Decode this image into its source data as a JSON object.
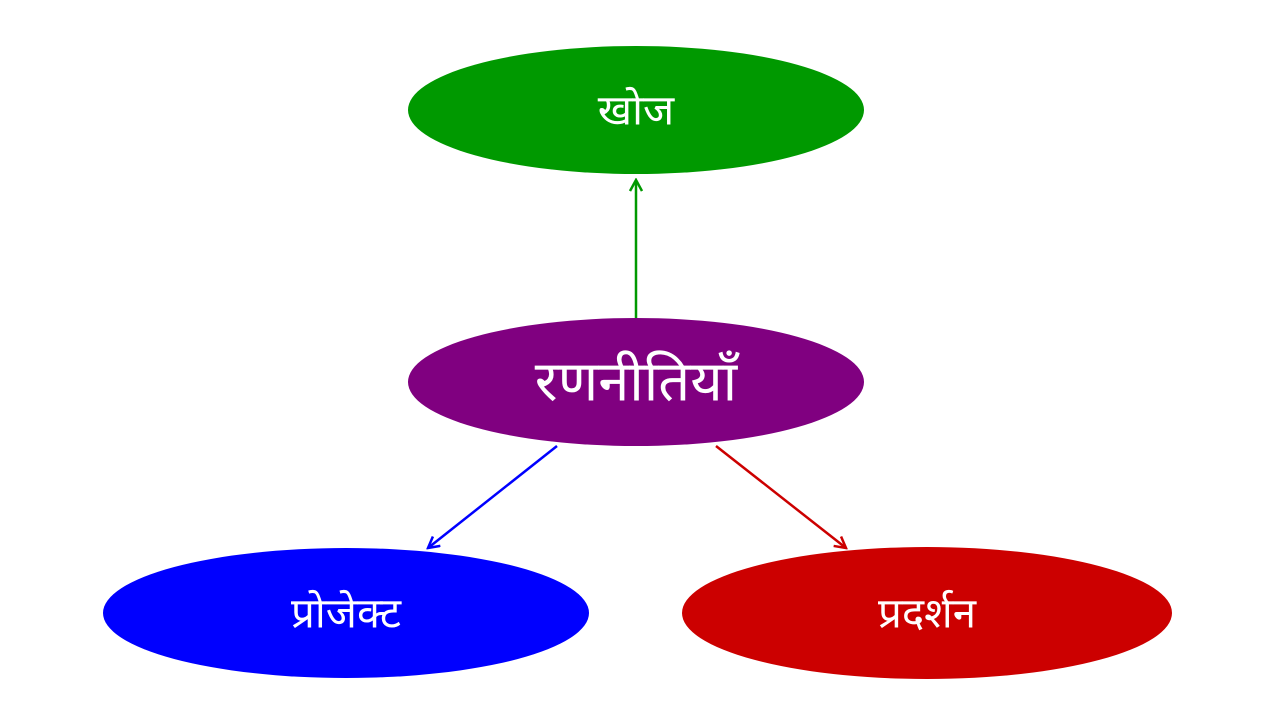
{
  "nodes": {
    "center": {
      "label": "रणनीतियाँ",
      "color": "#800080"
    },
    "top": {
      "label": "खोज",
      "color": "#009900"
    },
    "left": {
      "label": "प्रोजेक्ट",
      "color": "#0000ff"
    },
    "right": {
      "label": "प्रदर्शन",
      "color": "#cc0000"
    }
  },
  "edges": [
    {
      "from": "center",
      "to": "top",
      "color": "#009900"
    },
    {
      "from": "center",
      "to": "left",
      "color": "#0000ff"
    },
    {
      "from": "center",
      "to": "right",
      "color": "#cc0000"
    }
  ]
}
